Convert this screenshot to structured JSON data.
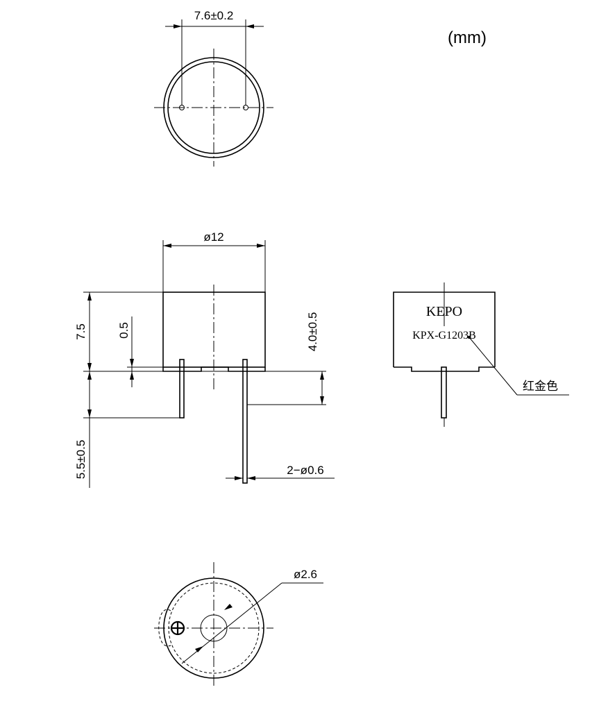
{
  "units_label": "(mm)",
  "dimensions": {
    "pin_spacing": "7.6±0.2",
    "body_diameter": "ø12",
    "body_height": "7.5",
    "base_step": "0.5",
    "pin_offset": "4.0±0.5",
    "pin_length": "5.5±0.5",
    "pin_diameter": "2−ø0.6",
    "hole_diameter": "ø2.6"
  },
  "side_label": {
    "brand": "KEPO",
    "model": "KPX-G1203B",
    "callout": "红金色"
  }
}
